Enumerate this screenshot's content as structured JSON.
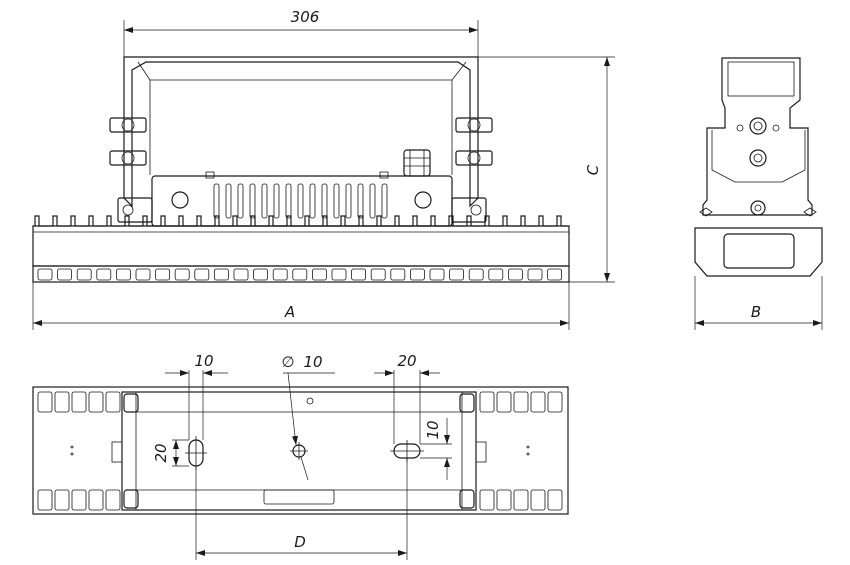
{
  "drawing": {
    "dimensions": {
      "top_width": "306",
      "height": "C",
      "length": "A",
      "side_width": "B",
      "mount_spacing": "D",
      "slot_width_left": "10",
      "slot_height_left": "20",
      "hole_diameter": "10",
      "slot_width_right": "20",
      "slot_height_right": "10"
    },
    "symbols": {
      "diameter": "∅"
    },
    "colors": {
      "line": "#1a1a1a",
      "background": "#ffffff"
    }
  }
}
